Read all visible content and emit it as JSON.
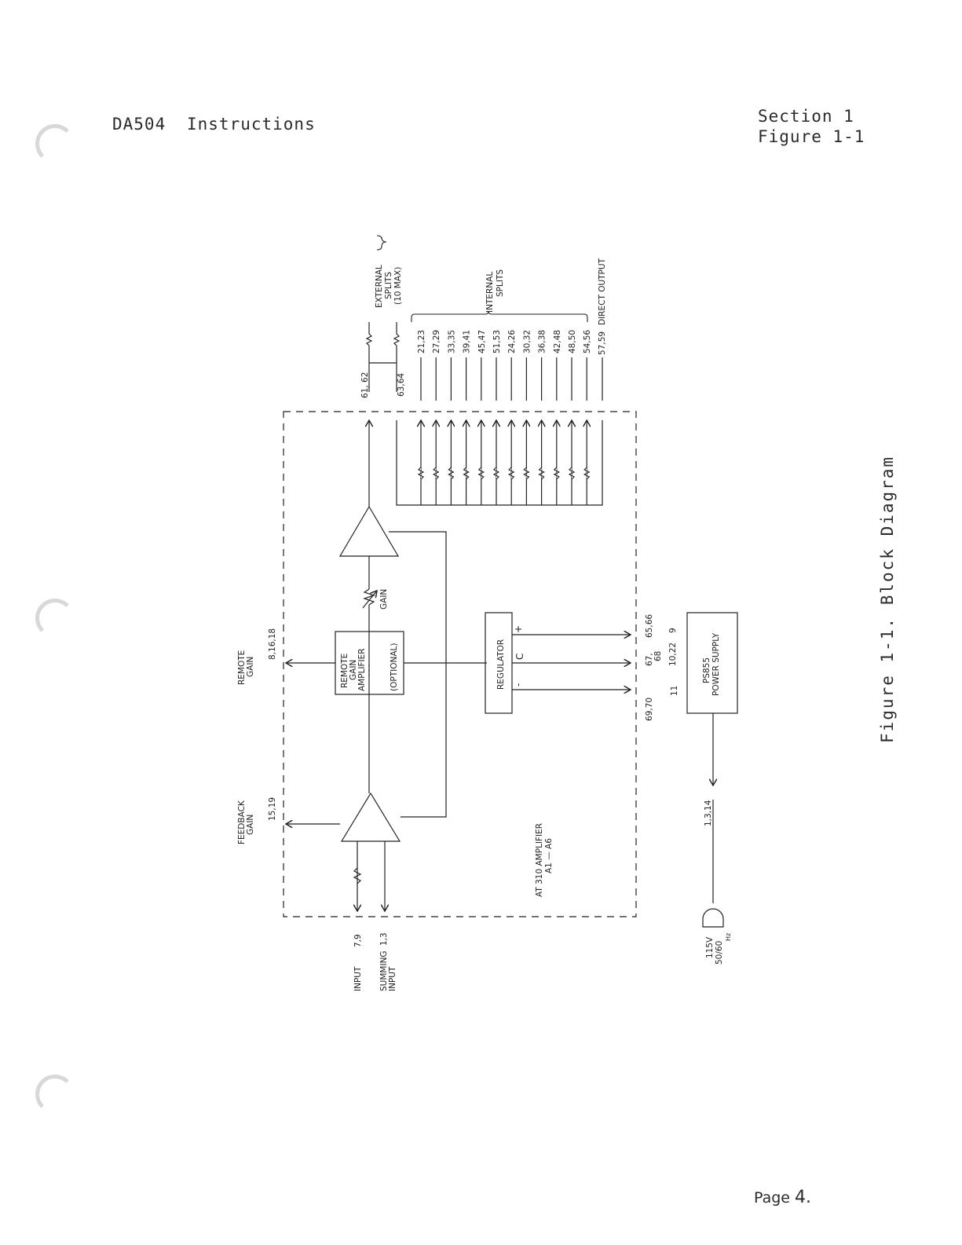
{
  "header": {
    "doc_id": "DA504",
    "doc_title": "Instructions",
    "section": "Section 1",
    "figure": "Figure 1-1"
  },
  "caption": "Figure 1-1.   Block Diagram",
  "page": {
    "label": "Page",
    "number": "4."
  },
  "diagram": {
    "external_label": "EXTERNAL",
    "external_label2": "SPLITS",
    "external_label3": "(10 MAX)",
    "internal_label": "INTERNAL",
    "internal_label2": "SPLITS",
    "direct_output": "DIRECT  OUTPUT",
    "pin_61_62": "61, 62",
    "pin_63_64": "63,64",
    "split_pins": [
      "21,23",
      "27,29",
      "33,35",
      "39,41",
      "45,47",
      "51,53",
      "24,26",
      "30,32",
      "36,38",
      "42,48",
      "48,50",
      "54,56"
    ],
    "pin_57_59": "57,59",
    "remote_gain": "REMOTE",
    "remote_gain2": "GAIN",
    "remote_pins": "8,16,18",
    "feedback_gain": "FEEDBACK",
    "feedback_gain2": "GAIN",
    "feedback_pins": "15,19",
    "remote_amp1": "REMOTE",
    "remote_amp2": "GAIN",
    "remote_amp3": "AMPLIFIER",
    "remote_amp4": "(OPTIONAL)",
    "gain_label": "GAIN",
    "regulator": "REGULATOR",
    "plus": "+",
    "common": "C",
    "minus": "-",
    "amp_label1": "AT 310 AMPLIFIER",
    "amp_label2": "A1 — A6",
    "pin_65_66": "65,66",
    "pin_67_68a": "67,",
    "pin_67_68b": "68",
    "pin_69_70": "69,70",
    "pin_9": "9",
    "pin_10_22": "10,22",
    "pin_11": "11",
    "ps1": "PS855",
    "ps2": "POWER  SUPPLY",
    "pin_1_3_14": "1,3,14",
    "mains1": "115V",
    "mains2": "50/60",
    "mains_hz": "Hz",
    "input": "INPUT",
    "input_pins": "7,9",
    "summing1": "SUMMING",
    "summing2": "INPUT",
    "summing_pins": "1,3"
  }
}
